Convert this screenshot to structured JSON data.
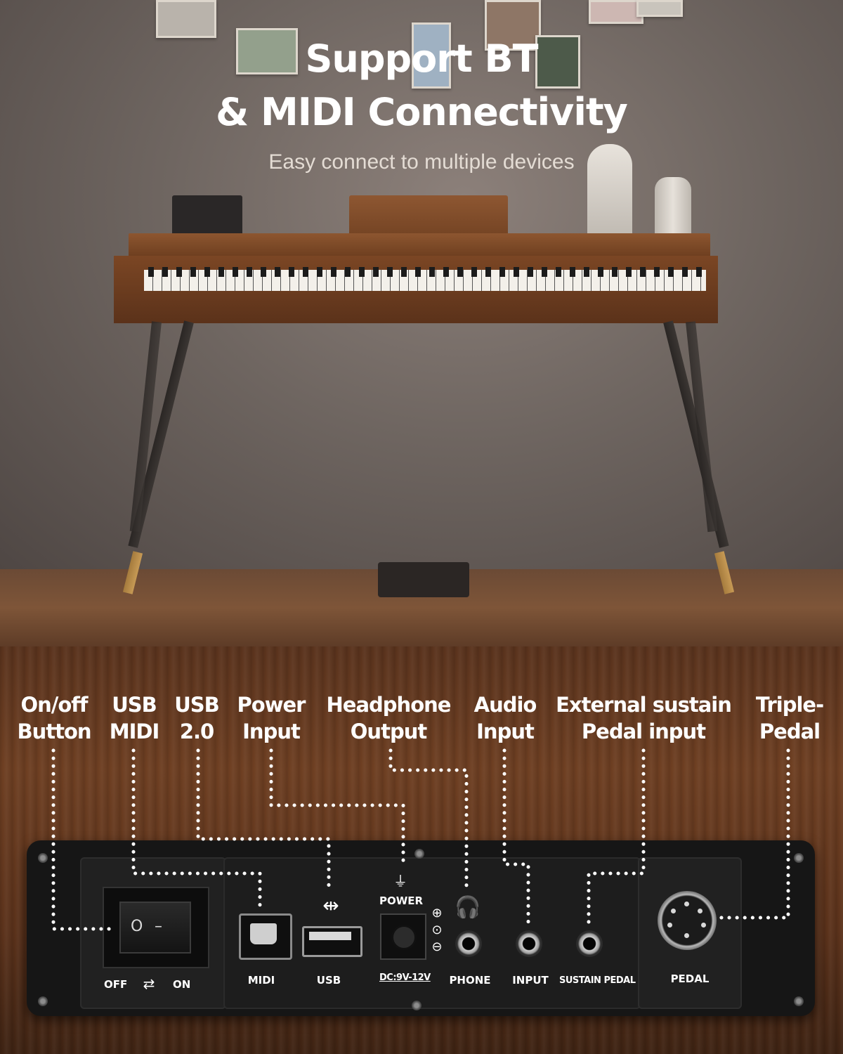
{
  "headline": {
    "line1": "Support BT",
    "line2": "& MIDI Connectivity",
    "subtitle": "Easy connect to multiple devices"
  },
  "callouts": [
    {
      "line1": "On/off",
      "line2": "Button"
    },
    {
      "line1": "USB",
      "line2": "MIDI"
    },
    {
      "line1": "USB",
      "line2": "2.0"
    },
    {
      "line1": "Power",
      "line2": "Input"
    },
    {
      "line1": "Headphone",
      "line2": "Output"
    },
    {
      "line1": "Audio",
      "line2": "Input"
    },
    {
      "line1": "External sustain",
      "line2": "Pedal input"
    },
    {
      "line1": "Triple-",
      "line2": "Pedal"
    }
  ],
  "panel": {
    "switch_off": "OFF",
    "switch_on": "ON",
    "switch_symbol_off": "O",
    "switch_symbol_on": "–",
    "midi": "MIDI",
    "usb": "USB",
    "power": "POWER",
    "dc": "DC:9V-12V",
    "phone": "PHONE",
    "input": "INPUT",
    "sustain": "SUSTAIN PEDAL",
    "pedal": "PEDAL"
  },
  "colors": {
    "text": "#ffffff",
    "panel": "#161616",
    "dots": "#ffffff"
  },
  "icons": {
    "switch": "rocker-switch-icon",
    "usb": "usb-trident-icon",
    "power": "power-plug-icon",
    "polarity": "dc-polarity-icon",
    "headphone": "headphone-icon"
  }
}
